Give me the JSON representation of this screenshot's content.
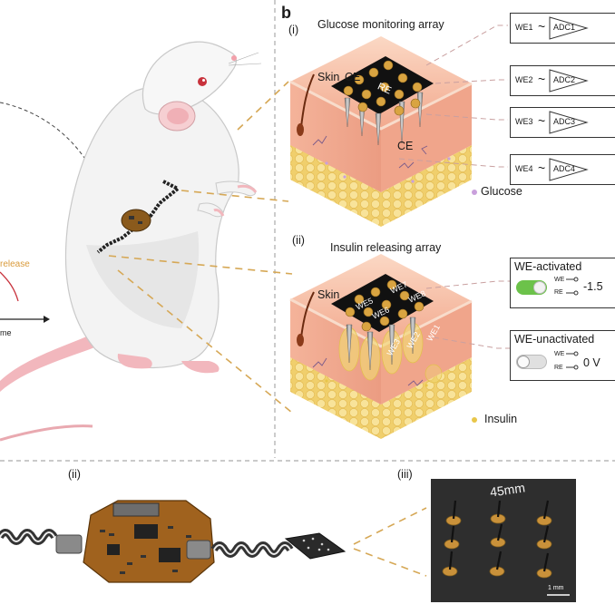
{
  "panel_b": {
    "letter": "b",
    "sub_i": "(i)",
    "title_i": "Glucose monitoring array",
    "skin_label": "Skin",
    "ce_top": "CE",
    "re_label": "RE",
    "ce_bottom": "CE",
    "glucose_legend": "Glucose",
    "channels": [
      {
        "we": "WE1",
        "adc": "ADC1"
      },
      {
        "we": "WE2",
        "adc": "ADC2"
      },
      {
        "we": "WE3",
        "adc": "ADC3"
      },
      {
        "we": "WE4",
        "adc": "ADC4"
      }
    ],
    "sub_ii": "(ii)",
    "title_ii": "Insulin releasing array",
    "skin_label_2": "Skin",
    "we_labels": [
      "WE7",
      "WE8",
      "WE5",
      "WE6",
      "WE3",
      "WE2",
      "WE1"
    ],
    "insulin_legend": "Insulin",
    "activated": {
      "title": "WE-activated",
      "we": "WE",
      "re": "RE",
      "value": "-1.5"
    },
    "unactivated": {
      "title": "WE-unactivated",
      "we": "WE",
      "re": "RE",
      "value": "0 V"
    }
  },
  "panel_a": {
    "release_label": "release",
    "time_label": "me"
  },
  "bottom": {
    "sub_ii": "(ii)",
    "sub_iii": "(iii)",
    "scale_bar": "1 mm",
    "engraving": "45mm"
  },
  "colors": {
    "skin": "#f6c6b0",
    "fat": "#f3d77e",
    "pcb": "#a0621e",
    "dashed": "#d6a856",
    "glucose": "#c9a0dc",
    "insulin": "#e8c64a"
  }
}
